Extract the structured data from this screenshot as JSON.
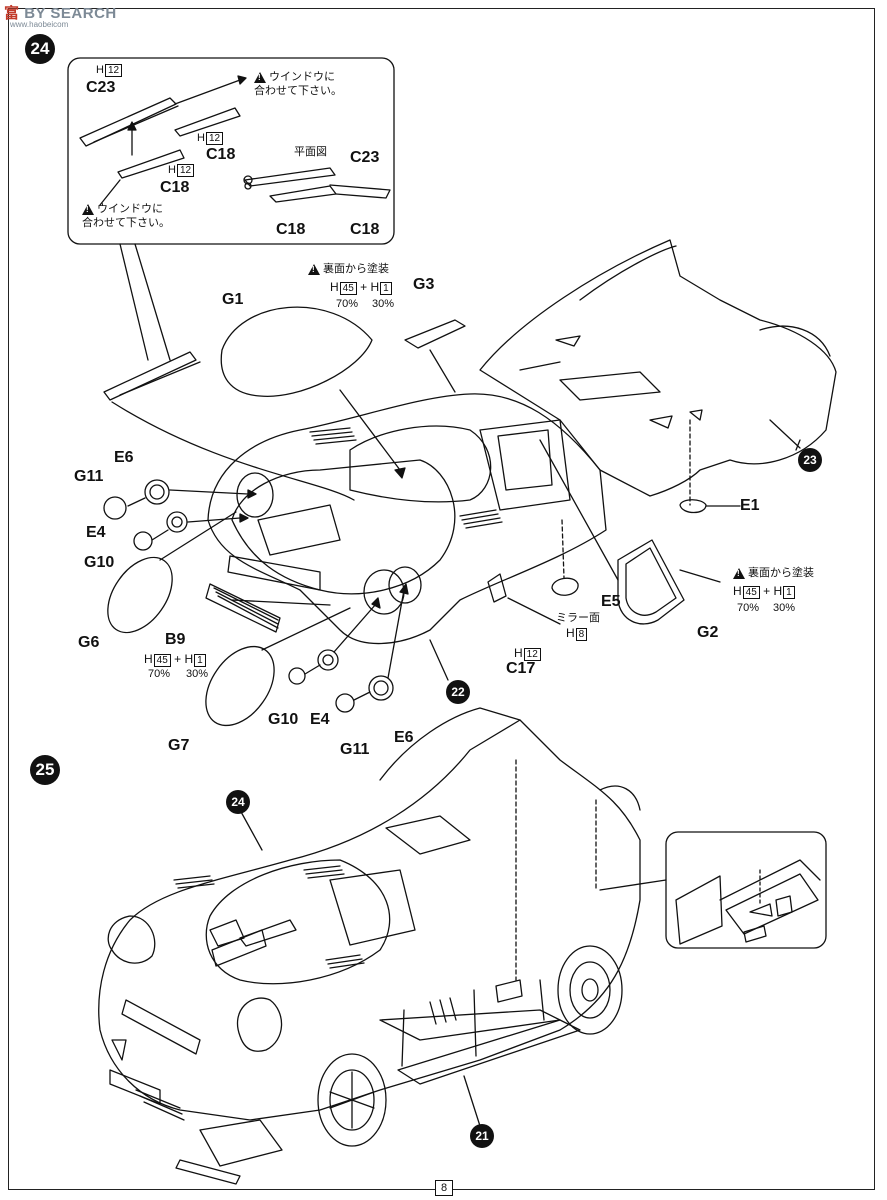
{
  "watermark": {
    "brand_a": "富",
    "brand_b": "BY SEARCH",
    "sub": "www.haobeicom"
  },
  "steps": {
    "s24": "24",
    "s25": "25"
  },
  "inset_top": {
    "h12_a": "12",
    "c23_a": "C23",
    "h12_b": "12",
    "c18_a": "C18",
    "h12_c": "12",
    "c18_b": "C18",
    "plan_view": "平面図",
    "c23_b": "C23",
    "c18_c": "C18",
    "c18_d": "C18",
    "warn1": "ウインドウに\n合わせて下さい。",
    "warn2": "ウインドウに\n合わせて下さい。"
  },
  "paint_g1": {
    "note": "裏面から塗装",
    "h45": "45",
    "h1": "1",
    "pct_a": "70%",
    "pct_b": "30%"
  },
  "paint_g2": {
    "note": "裏面から塗装",
    "h45": "45",
    "h1": "1",
    "pct_a": "70%",
    "pct_b": "30%"
  },
  "paint_b9": {
    "h45": "45",
    "h1": "1",
    "pct_a": "70%",
    "pct_b": "30%"
  },
  "mirror": {
    "label": "ミラー面",
    "h8": "8",
    "h12": "12"
  },
  "parts": {
    "g1": "G1",
    "g3": "G3",
    "e6a": "E6",
    "g11a": "G11",
    "e4a": "E4",
    "g10a": "G10",
    "g6": "G6",
    "b9": "B9",
    "e1": "E1",
    "e5": "E5",
    "g2": "G2",
    "c17": "C17",
    "g10b": "G10",
    "e4b": "E4",
    "g11b": "G11",
    "e6b": "E6",
    "g7": "G7"
  },
  "assemblies": {
    "a23": "23",
    "a22": "22",
    "a24": "24",
    "a21": "21"
  },
  "page_number": "8"
}
